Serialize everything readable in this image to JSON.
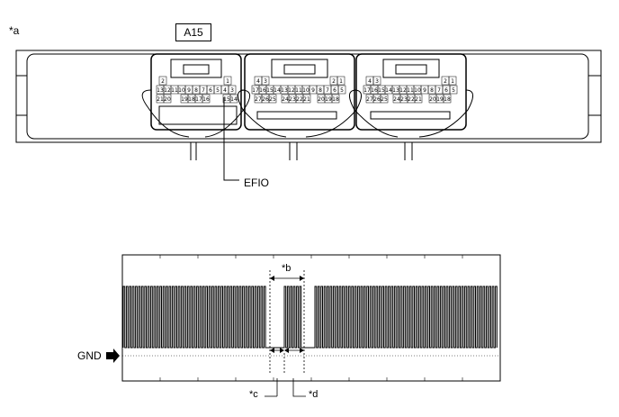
{
  "figure_label": "*a",
  "connector": {
    "id": "A15",
    "left_pins_row1": [
      "13",
      "12",
      "11",
      "10",
      "9",
      "8",
      "7",
      "6",
      "5",
      "4",
      "3"
    ],
    "left_pins_row2": [
      "21",
      "20",
      "19",
      "18",
      "17",
      "16",
      "15",
      "14"
    ],
    "left_top_pins": [
      "2",
      "1"
    ],
    "mid_pins_row1": [
      "17",
      "16",
      "15",
      "14",
      "13",
      "12",
      "11",
      "10",
      "9",
      "8",
      "7",
      "6",
      "5"
    ],
    "mid_pins_row2": [
      "27",
      "26",
      "25",
      "24",
      "23",
      "22",
      "21",
      "20",
      "19",
      "18"
    ],
    "mid_top_pins": [
      "4",
      "3",
      "2",
      "1"
    ],
    "right_pins_row1": [
      "17",
      "16",
      "15",
      "14",
      "13",
      "12",
      "11",
      "10",
      "9",
      "8",
      "7",
      "6",
      "5"
    ],
    "right_pins_row2": [
      "27",
      "26",
      "25",
      "24",
      "23",
      "22",
      "21",
      "20",
      "19",
      "18"
    ],
    "right_top_pins": [
      "4",
      "3",
      "2",
      "1"
    ]
  },
  "terminal_label": "EFIO",
  "waveform": {
    "ground_label": "GND",
    "label_b": "*b",
    "label_c": "*c",
    "label_d": "*d"
  },
  "colors": {
    "line": "#000000",
    "background": "#ffffff"
  }
}
